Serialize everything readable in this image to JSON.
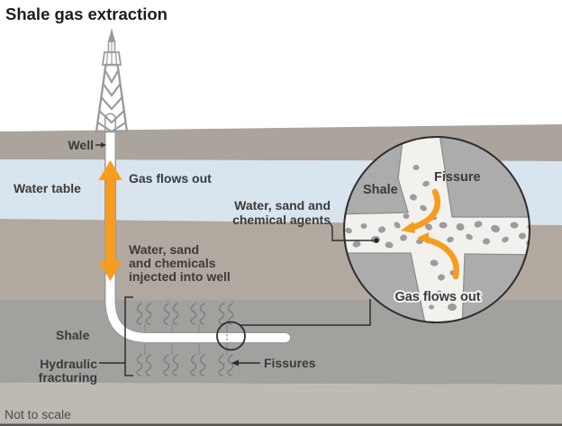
{
  "title": "Shale gas extraction",
  "footnote": "Not to scale",
  "labels": {
    "well": "Well",
    "water_table": "Water table",
    "gas_flows_out": "Gas flows out",
    "injection_line1": "Water, sand",
    "injection_line2": "and chemicals",
    "injection_line3": "injected into well",
    "shale": "Shale",
    "hydraulic_line1": "Hydraulic",
    "hydraulic_line2": "fracturing",
    "fissures": "Fissures"
  },
  "inset": {
    "fissure": "Fissure",
    "shale": "Shale",
    "agents_line1": "Water, sand and",
    "agents_line2": "chemical agents",
    "gas_flows_out": "Gas flows out"
  },
  "icons": {
    "drilling_rig": "drilling-rig-icon",
    "flow_arrows": "orange flow arrows",
    "magnifier_circle": "zoom inset circle"
  },
  "colors": {
    "accent_orange": "#F79C1E",
    "water_table_blue": "#D8E4EE",
    "topsoil_gray": "#AAA49D",
    "mid_layer_brown": "#B1A89F",
    "shale_gray": "#A2A19E",
    "lower_layer_gray": "#BEB9B3",
    "inset_rock_gray": "#ACACAC",
    "inset_channel": "#F3F1ED",
    "line_dark": "#2E2E2E",
    "pipe_casing": "#9B9B9B"
  }
}
